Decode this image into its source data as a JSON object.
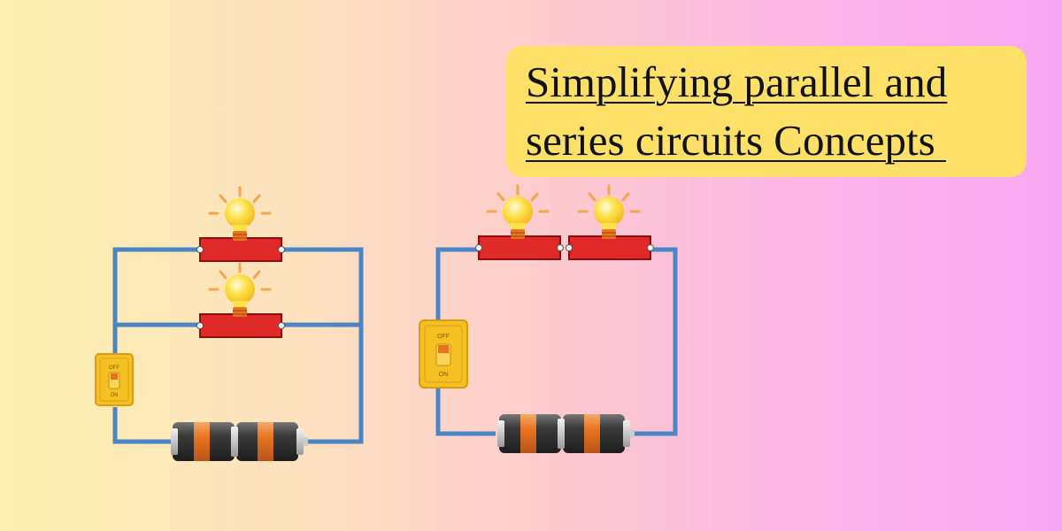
{
  "title": {
    "line1": "Simplifying parallel and",
    "line2": "series circuits Concepts "
  },
  "switch_labels": {
    "off": "OFF",
    "on": "ON"
  },
  "colors": {
    "wire": "#4a86c5",
    "holder": "#e02a2a",
    "bulb": "#fde24a",
    "bulb_base": "#e8731e",
    "switch_plate": "#f4c022",
    "battery_body": "#3d3d3d",
    "battery_band": "#e87d2c",
    "title_box": "#fde067"
  },
  "icons": [
    "light-bulb-icon",
    "toggle-switch-icon",
    "battery-icon"
  ]
}
